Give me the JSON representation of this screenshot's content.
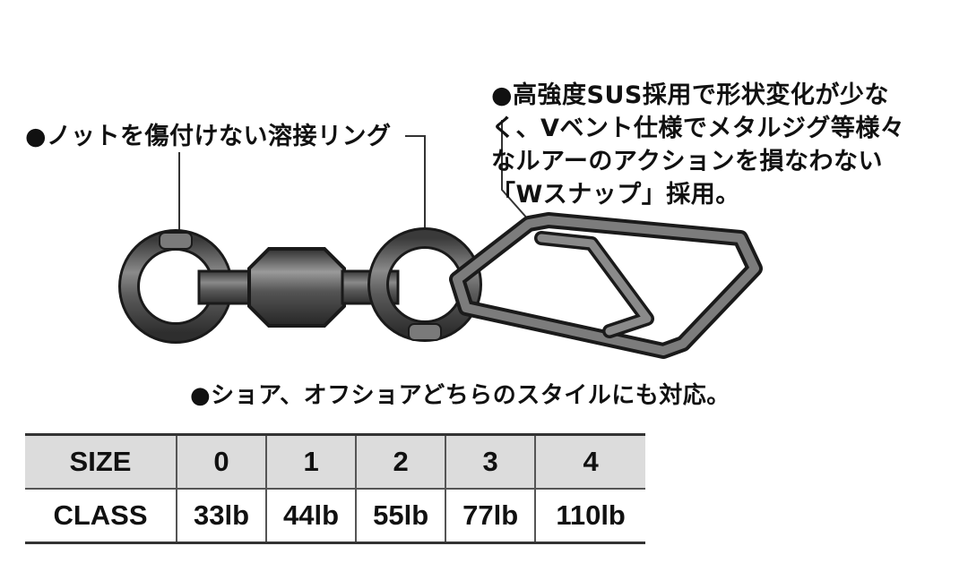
{
  "notes": {
    "knot_ring": "●ノットを傷付けない溶接リング",
    "snap_lines": [
      "●高強度SUS採用で形状変化が少な",
      "く、Vベント仕様でメタルジグ等様々",
      "なルアーのアクションを損なわない",
      "「Wスナップ」採用。"
    ],
    "style": "●ショア、オフショアどちらのスタイルにも対応。"
  },
  "table": {
    "size_label": "SIZE",
    "class_label": "CLASS",
    "sizes": [
      "0",
      "1",
      "2",
      "3",
      "4"
    ],
    "classes": [
      "33lb",
      "44lb",
      "55lb",
      "77lb",
      "110lb"
    ]
  }
}
